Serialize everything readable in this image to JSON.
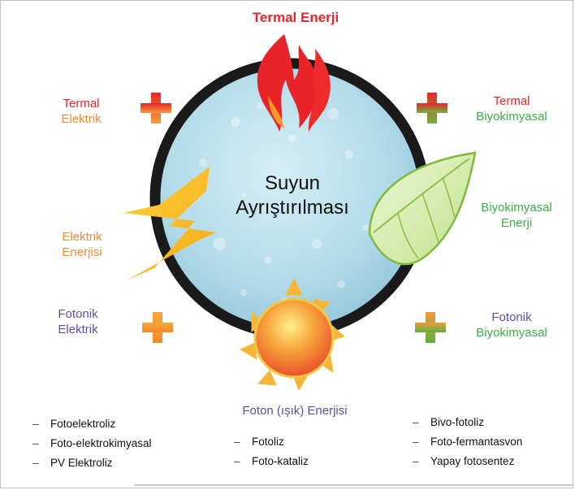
{
  "center": {
    "line1": "Suyun",
    "line2": "Ayrıştırılması"
  },
  "energies": {
    "thermal": "Termal Enerji",
    "biochemical": {
      "line1": "Biyokimyasal",
      "line2": "Enerji"
    },
    "electric": {
      "line1": "Elektrik",
      "line2": "Enerjisi"
    },
    "photon": "Foton (ışık) Enerjisi"
  },
  "combos": {
    "thermal_electric": {
      "line1": "Termal",
      "line2": "Elektrik"
    },
    "thermal_biochemical": {
      "line1": "Termal",
      "line2": "Biyokimyasal"
    },
    "photonic_electric": {
      "line1": "Fotonik",
      "line2": "Elektrik"
    },
    "photonic_biochemical": {
      "line1": "Fotonik",
      "line2": "Biyokimyasal"
    }
  },
  "methods": {
    "left": [
      "Fotoelektroliz",
      "Foto-elektrokimyasal",
      "PV Elektroliz"
    ],
    "middle": [
      "Fotoliz",
      "Foto-kataliz"
    ],
    "right": [
      "Bivo-fotoliz",
      "Foto-fermantasvon",
      "Yapay fotosentez"
    ]
  },
  "colors": {
    "thermal": "#e8262b",
    "electric": "#f28a33",
    "biochemical": "#3cae49",
    "photonic": "#5b4fa8",
    "water": "#bfe3ef",
    "ring": "#1a1a1a"
  },
  "icons": [
    "flame-icon",
    "lightning-icon",
    "leaf-icon",
    "sun-icon",
    "plus-icon"
  ]
}
